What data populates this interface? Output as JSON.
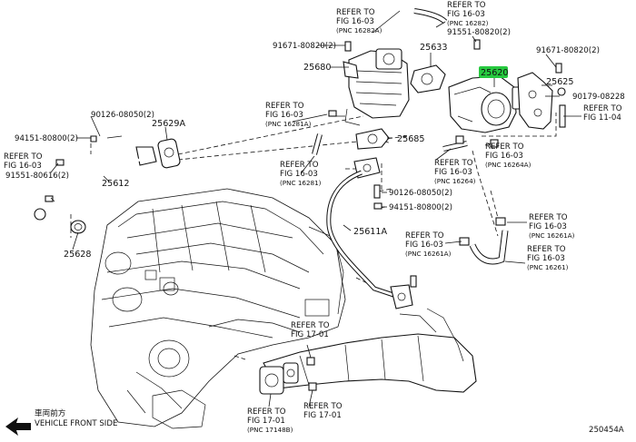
{
  "diagram": {
    "fig_id": "250454A",
    "direction_jp": "車両前方",
    "direction_en": "VEHICLE FRONT SIDE",
    "highlight_color": "#27c93f",
    "highlighted_part": "25620",
    "parts": {
      "p25620": "25620",
      "p25633": "25633",
      "p25680": "25680",
      "p25625": "25625",
      "p25629A": "25629A",
      "p25612": "25612",
      "p25685": "25685",
      "p25611A": "25611A",
      "p25628": "25628"
    },
    "fasteners": {
      "f1": "91671-80820(2)",
      "f2": "91551-80820(2)",
      "f3": "91671-80820(2)",
      "f4": "90179-08228",
      "f5": "90126-08050(2)",
      "f6": "94151-80800(2)",
      "f7": "91551-80616(2)",
      "f8": "90126-08050(2)",
      "f9": "94151-80800(2)"
    },
    "refs": {
      "r1": {
        "a": "REFER TO",
        "b": "FIG 16-03",
        "c": "(PNC 16282A)"
      },
      "r2": {
        "a": "REFER TO",
        "b": "FIG 16-03",
        "c": "(PNC 16282)"
      },
      "r3": {
        "a": "REFER TO",
        "b": "FIG 16-03",
        "c": "(PNC 16281A)"
      },
      "r4": {
        "a": "REFER TO",
        "b": "FIG 11-04"
      },
      "r5": {
        "a": "REFER TO",
        "b": "FIG 16-03"
      },
      "r6": {
        "a": "REFER TO",
        "b": "FIG 16-03",
        "c": "(PNC 16281)"
      },
      "r7": {
        "a": "REFER TO",
        "b": "FIG 16-03",
        "c": "(PNC 16264)"
      },
      "r8": {
        "a": "REFER TO",
        "b": "FIG 16-03",
        "c": "(PNC 16264A)"
      },
      "r9": {
        "a": "REFER TO",
        "b": "FIG 16-03",
        "c": "(PNC 16261A)"
      },
      "r10": {
        "a": "REFER TO",
        "b": "FIG 16-03",
        "c": "(PNC 16261A)"
      },
      "r11": {
        "a": "REFER TO",
        "b": "FIG 16-03",
        "c": "(PNC 16261)"
      },
      "r12": {
        "a": "REFER TO",
        "b": "FIG 17-01"
      },
      "r13": {
        "a": "REFER TO",
        "b": "FIG 17-01",
        "c": "(PNC 17148B)"
      },
      "r14": {
        "a": "REFER TO",
        "b": "FIG 17-01"
      }
    }
  }
}
